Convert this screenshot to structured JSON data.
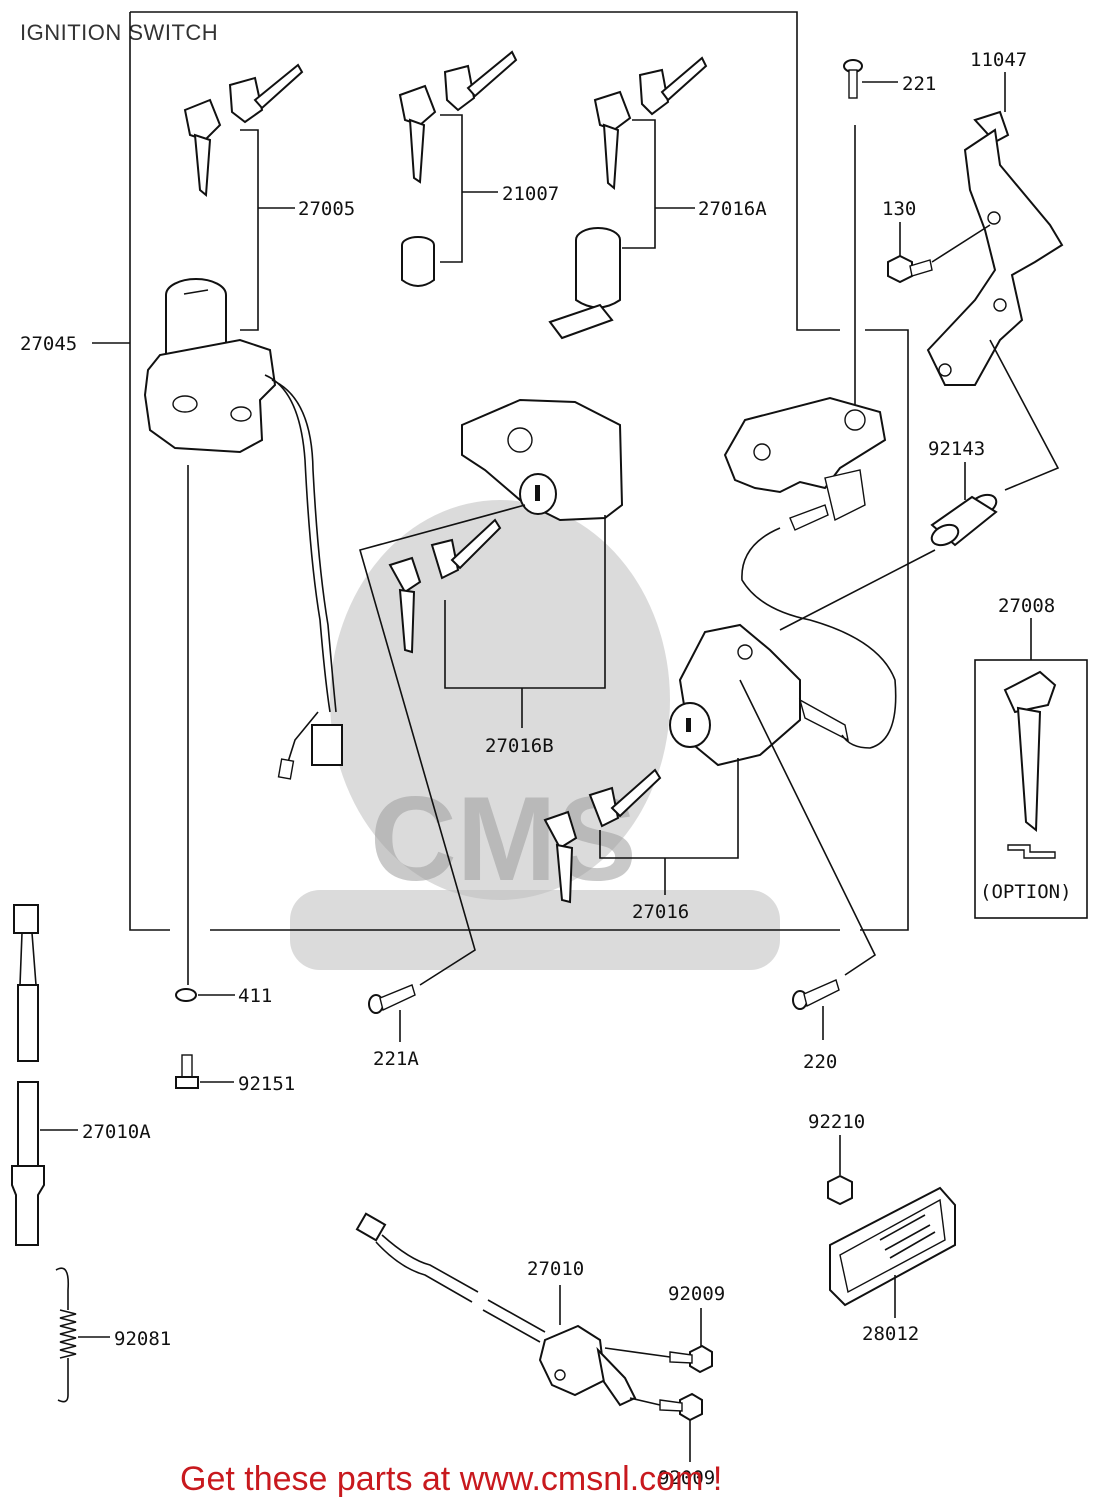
{
  "diagram": {
    "title": "IGNITION SWITCH",
    "part_labels": {
      "p27005": "27005",
      "p21007": "21007",
      "p27016A": "27016A",
      "p11047": "11047",
      "p221": "221",
      "p130": "130",
      "p27045": "27045",
      "p92143": "92143",
      "p27008": "27008",
      "p27016B": "27016B",
      "p27016": "27016",
      "p411": "411",
      "p221A": "221A",
      "p220": "220",
      "p92151": "92151",
      "p27010A": "27010A",
      "p92210": "92210",
      "p27010": "27010",
      "p92009a": "92009",
      "p28012": "28012",
      "p92081": "92081",
      "p92009b": "92009"
    },
    "option_label": "(OPTION)",
    "watermark": "CMS",
    "advert": "Get these parts at www.cmsnl.com !"
  }
}
